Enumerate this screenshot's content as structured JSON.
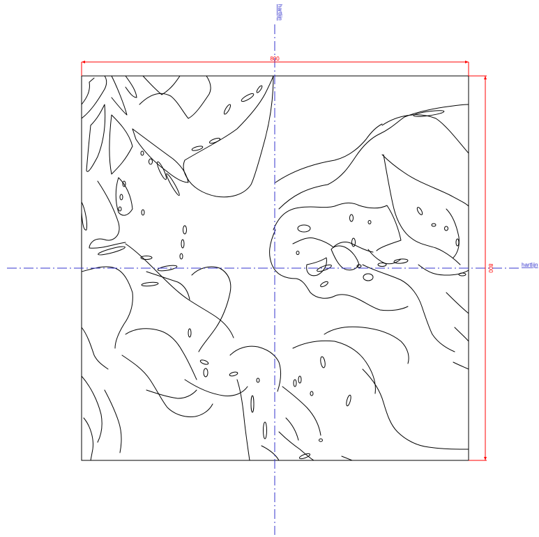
{
  "drawing": {
    "dim_width_label": "800",
    "dim_height_label": "800",
    "vertical_axis_label": "hartlijn",
    "horizontal_axis_label": "hartlijn",
    "colors": {
      "outline": "#000000",
      "dimension": "#ff0000",
      "axis": "#3333cc",
      "background": "#ffffff"
    },
    "icons": [
      "dimension-arrow-icon"
    ]
  }
}
